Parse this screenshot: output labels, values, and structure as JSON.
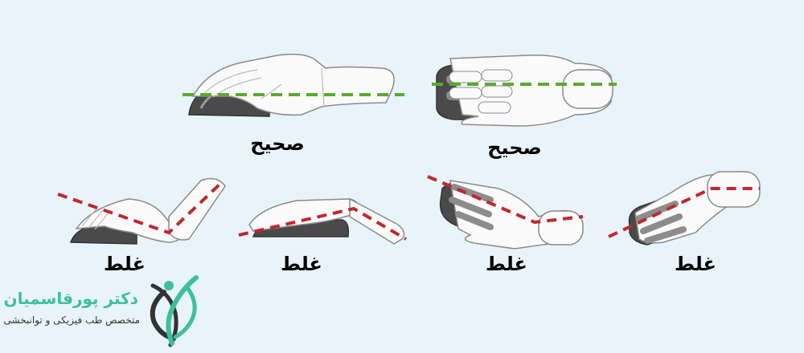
{
  "title": "Mouse hand posture: correct vs. wrong",
  "colors": {
    "background": "#e8f4fa",
    "correct_line": "#5aab2e",
    "wrong_line": "#c0282b",
    "hand_fill": "#fafafa",
    "hand_stroke": "#8a8a8a",
    "mouse_dark": "#4a4a4a",
    "mouse_mid": "#8c8c8c",
    "logo_teal": "#3fbf9a",
    "logo_dark": "#333333"
  },
  "correct_row": [
    {
      "id": "correct-side-view",
      "view": "side",
      "label": "صحیح",
      "line": "green-dashed-straight"
    },
    {
      "id": "correct-top-view",
      "view": "top",
      "label": "صحیح",
      "line": "green-dashed-straight"
    }
  ],
  "wrong_row": [
    {
      "id": "wrong-wrist-bent-up",
      "view": "side",
      "label": "غلط",
      "line": "red-dashed-bent"
    },
    {
      "id": "wrong-wrist-bent-down",
      "view": "side",
      "label": "غلط",
      "line": "red-dashed-bent"
    },
    {
      "id": "wrong-ulnar-deviation",
      "view": "top",
      "label": "غلط",
      "line": "red-dashed-bent"
    },
    {
      "id": "wrong-radial-deviation",
      "view": "top",
      "label": "غلط",
      "line": "red-dashed-bent"
    }
  ],
  "logo": {
    "name": "دکتر پورقاسمیان",
    "subtitle": "متخصص طب فیزیکی و توانبخشی",
    "icon": "person-figure-logo-icon"
  }
}
